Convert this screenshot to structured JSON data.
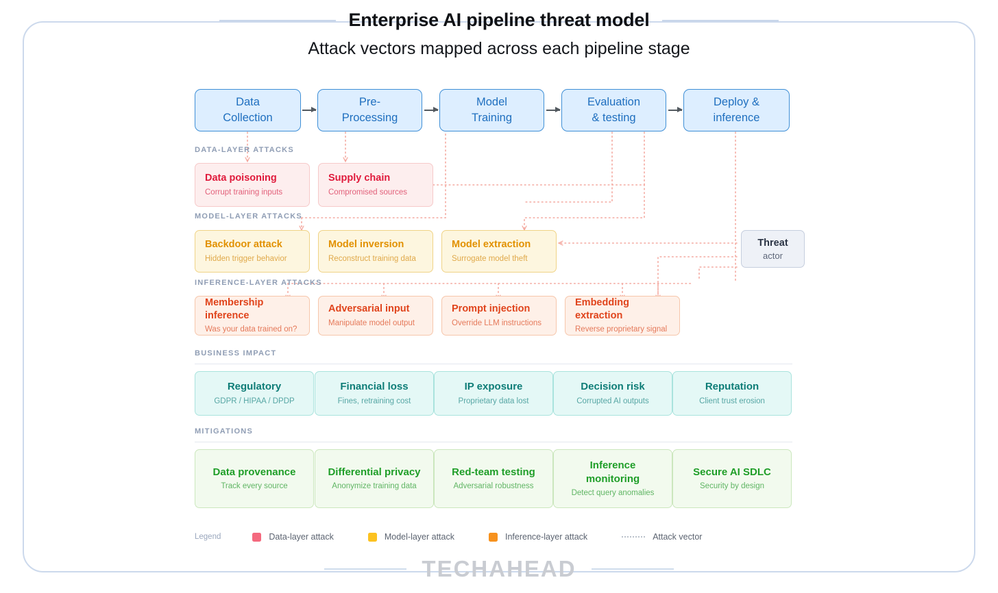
{
  "header": {
    "title": "Enterprise AI pipeline threat model",
    "subtitle": "Attack vectors mapped across each pipeline stage"
  },
  "footer": {
    "brand": "TECHAHEAD"
  },
  "pipeline": {
    "stages": [
      {
        "line1": "Data",
        "line2": "Collection"
      },
      {
        "line1": "Pre-",
        "line2": "Processing"
      },
      {
        "line1": "Model",
        "line2": "Training"
      },
      {
        "line1": "Evaluation",
        "line2": "& testing"
      },
      {
        "line1": "Deploy &",
        "line2": "inference"
      }
    ]
  },
  "sections": [
    {
      "label": "DATA-LAYER ATTACKS"
    },
    {
      "label": "MODEL-LAYER ATTACKS"
    },
    {
      "label": "INFERENCE-LAYER ATTACKS"
    },
    {
      "label": "BUSINESS IMPACT"
    },
    {
      "label": "MITIGATIONS"
    }
  ],
  "data_layer_attacks": [
    {
      "title": "Data poisoning",
      "sub": "Corrupt training inputs"
    },
    {
      "title": "Supply chain",
      "sub": "Compromised sources"
    }
  ],
  "model_layer_attacks": [
    {
      "title": "Backdoor attack",
      "sub": "Hidden trigger behavior"
    },
    {
      "title": "Model inversion",
      "sub": "Reconstruct training data"
    },
    {
      "title": "Model extraction",
      "sub": "Surrogate model theft"
    }
  ],
  "inference_layer_attacks": [
    {
      "title": "Membership inference",
      "sub": "Was your data trained on?"
    },
    {
      "title": "Adversarial input",
      "sub": "Manipulate model output"
    },
    {
      "title": "Prompt injection",
      "sub": "Override LLM instructions"
    },
    {
      "title": "Embedding extraction",
      "sub": "Reverse proprietary signal"
    }
  ],
  "business_impact": [
    {
      "title": "Regulatory",
      "sub": "GDPR / HIPAA / DPDP"
    },
    {
      "title": "Financial loss",
      "sub": "Fines, retraining cost"
    },
    {
      "title": "IP exposure",
      "sub": "Proprietary data lost"
    },
    {
      "title": "Decision risk",
      "sub": "Corrupted AI outputs"
    },
    {
      "title": "Reputation",
      "sub": "Client trust erosion"
    }
  ],
  "mitigations": [
    {
      "title": "Data provenance",
      "sub": "Track every source"
    },
    {
      "title": "Differential privacy",
      "sub": "Anonymize training data"
    },
    {
      "title": "Red-team testing",
      "sub": "Adversarial robustness"
    },
    {
      "title": "Inference monitoring",
      "sub": "Detect query anomalies"
    },
    {
      "title": "Secure AI SDLC",
      "sub": "Security by design"
    }
  ],
  "threat_actor": {
    "title": "Threat",
    "sub": "actor"
  },
  "legend": {
    "title": "Legend",
    "items": [
      {
        "label": "Data-layer attack",
        "color": "#f4697e"
      },
      {
        "label": "Model-layer attack",
        "color": "#fcc221"
      },
      {
        "label": "Inference-layer attack",
        "color": "#f7921e"
      },
      {
        "label": "Attack vector",
        "color": "#b9c0ca"
      }
    ]
  },
  "colors": {
    "stage_fill": "#ddeeff",
    "stage_border": "#3f8fd6",
    "attack_vector": "#f4a9a0",
    "frame_border": "#ccd9ec"
  }
}
